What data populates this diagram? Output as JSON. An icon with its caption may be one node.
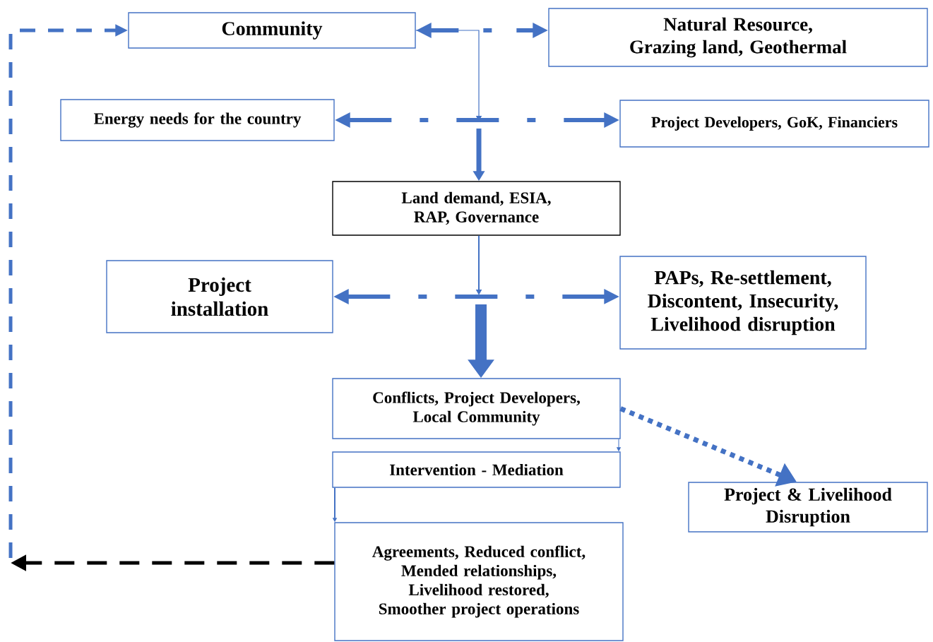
{
  "diagram": {
    "nodes": [
      {
        "text": [
          "Community"
        ]
      },
      {
        "text": [
          "Natural Resource, Grazing land, Geothermal"
        ]
      },
      {
        "text": [
          "Energy needs for the country"
        ]
      },
      {
        "text": [
          "Project Developers, GoK, Financiers"
        ]
      },
      {
        "text": [
          "Land demand, ESIA, RAP, Governance"
        ]
      },
      {
        "text": [
          "Project installation"
        ]
      },
      {
        "text": [
          "PAPs, Re-settlement, Discontent, Insecurity, Livelihood disruption"
        ]
      },
      {
        "text": [
          "Conflicts, Project Developers, Local Community"
        ]
      },
      {
        "text": [
          "Intervention - Mediation"
        ]
      },
      {
        "text": [
          "Project & Livelihood Disruption"
        ]
      },
      {
        "text": [
          "Agreements, Reduced conflict, Mended relationships, Livelihood restored, Smoother project operations"
        ]
      }
    ],
    "edges": [
      {
        "from": 0,
        "to": 1,
        "arrow": "both",
        "style": "dashed"
      },
      {
        "from": 0,
        "to": null,
        "arrow": "to"
      },
      {
        "from": 2,
        "to": 3,
        "arrow": "both",
        "style": "dashed"
      },
      {
        "from": null,
        "to": 4,
        "arrow": "to"
      },
      {
        "from": 4,
        "to": null,
        "arrow": "to"
      },
      {
        "from": 5,
        "to": 6,
        "arrow": "both",
        "style": "dashed"
      },
      {
        "from": null,
        "to": 7,
        "arrow": "to",
        "style": "thick"
      },
      {
        "from": 7,
        "to": 8,
        "arrow": "to"
      },
      {
        "from": 7,
        "to": 9,
        "arrow": "to",
        "style": "dashed"
      },
      {
        "from": 8,
        "to": 10,
        "arrow": "to"
      },
      {
        "from": 10,
        "to": null,
        "arrow": "to",
        "style": "dashed",
        "color": "#000000"
      },
      {
        "from": null,
        "to": 0,
        "arrow": "to",
        "style": "dashed"
      }
    ]
  }
}
